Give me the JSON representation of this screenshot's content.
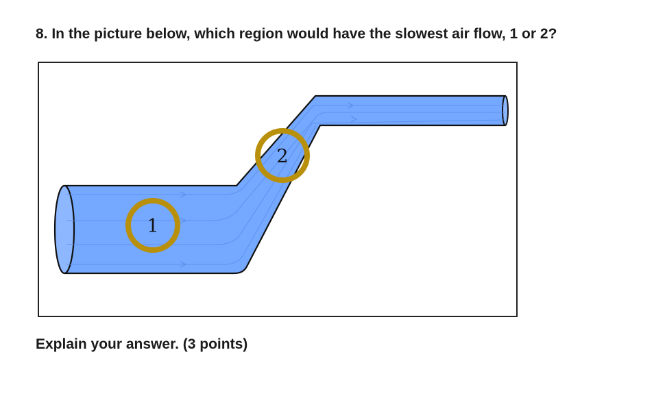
{
  "question": {
    "text": "8. In the picture below, which region would have the slowest air flow, 1 or 2?"
  },
  "figure": {
    "pipe_color": "#75a8ff",
    "pipe_outline_color": "#111111",
    "ring_color": "#b8900b",
    "regions": [
      {
        "label": "1"
      },
      {
        "label": "2"
      }
    ]
  },
  "prompt": {
    "text": "Explain your answer. (3 points)"
  }
}
